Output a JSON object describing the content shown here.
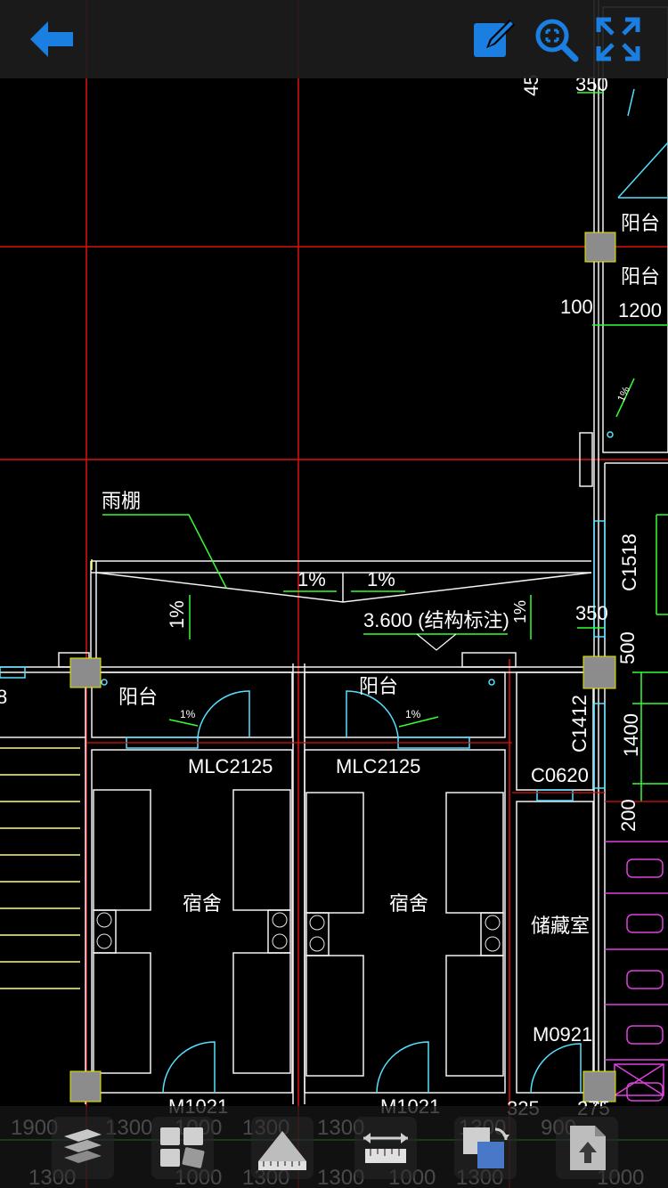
{
  "toolbar": {
    "back_icon": "arrow-left-icon",
    "edit_icon": "edit-pen-icon",
    "zoom_icon": "zoom-magnifier-icon",
    "fullscreen_icon": "expand-arrows-icon",
    "accent": "#1a7fe0"
  },
  "drawing": {
    "labels": {
      "yupeng": "雨棚",
      "slope_1": "1%",
      "slope_2": "1%",
      "slope_left": "1%",
      "slope_right": "1%",
      "elev": "3.600 (结构标注)",
      "balcony_left": "阳台",
      "balcony_mid": "阳台",
      "balcony_r1": "阳台",
      "balcony_r2": "阳台",
      "bal_slope_l": "1%",
      "bal_slope_m": "1%",
      "room_slope": "1%",
      "win_l": "MLC2125",
      "win_m": "MLC2125",
      "c0620": "C0620",
      "c1412": "C1412",
      "c1518": "C1518",
      "dorm_l": "宿舍",
      "dorm_m": "宿舍",
      "storage": "储藏室",
      "m0921": "M0921",
      "m1021_l": "M1021",
      "m1021_m": "M1021",
      "d45": "45",
      "d350a": "350",
      "d100": "100",
      "d1200": "1200",
      "d350b": "350",
      "d500": "500",
      "d1400": "1400",
      "d200": "200",
      "d325": "325",
      "d275": "275",
      "edge_8": "8"
    }
  },
  "bottom_dims": {
    "row1": [
      "1900",
      "1300",
      "1000",
      "1300",
      "1300",
      "1300",
      "900"
    ],
    "row2": [
      "1300",
      "1000",
      "1300",
      "1300",
      "1000",
      "1300",
      "1000"
    ]
  },
  "bottombar": {
    "layers_icon": "layers-icon",
    "layout_icon": "layout-grid-icon",
    "measure_icon": "measure-triangle-ruler-icon",
    "distance_icon": "measure-distance-ruler-icon",
    "overlay_icon": "overlay-switch-icon",
    "export_icon": "export-file-icon"
  }
}
